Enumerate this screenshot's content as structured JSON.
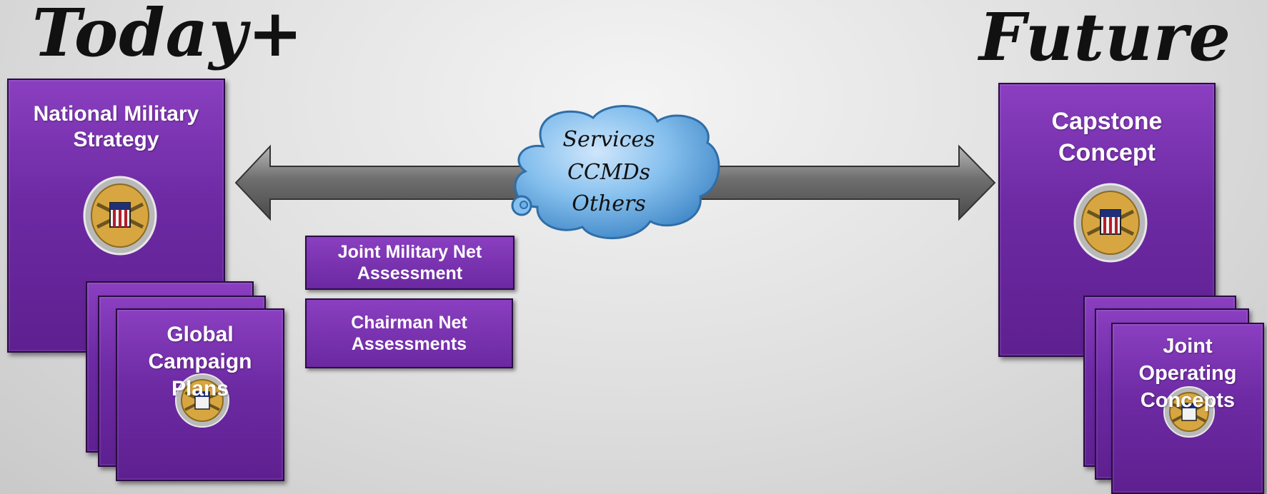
{
  "headings": {
    "left": "Today+",
    "right": "Future"
  },
  "left_doc": {
    "title_line1": "National Military",
    "title_line2": "Strategy"
  },
  "left_stack": {
    "line1": "Global",
    "line2": "Campaign",
    "line3": "Plans"
  },
  "middle_boxes": [
    {
      "line1": "Joint Military Net",
      "line2": "Assessment"
    },
    {
      "line1": "Chairman Net",
      "line2": "Assessments"
    }
  ],
  "cloud": {
    "line1": "Services",
    "line2": "CCMDs",
    "line3": "Others"
  },
  "right_doc": {
    "title_line1": "Capstone",
    "title_line2": "Concept"
  },
  "right_stack": {
    "line1": "Joint",
    "line2": "Operating",
    "line3": "Concepts"
  },
  "colors": {
    "doc_purple": "#7030a0",
    "cloud_blue": "#6fb0e8",
    "arrow_gray": "#8a8a8a"
  }
}
